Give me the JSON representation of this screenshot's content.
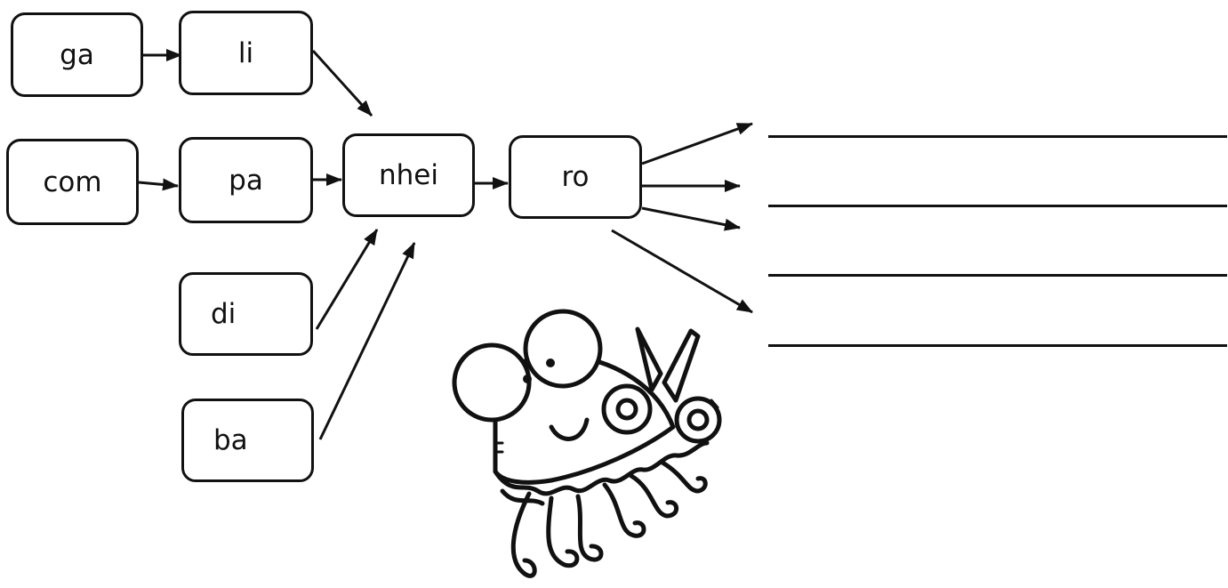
{
  "syllables": {
    "ga": "ga",
    "li": "li",
    "com": "com",
    "pa": "pa",
    "nhei": "nhei",
    "ro": "ro",
    "di": "di",
    "ba": "ba"
  },
  "answer_lines": [
    "",
    "",
    "",
    ""
  ],
  "icons": {
    "illustration": "jellyfish-with-scissors-icon",
    "arrow": "arrow-right-icon"
  },
  "colors": {
    "ink": "#111111",
    "paper": "#ffffff"
  }
}
